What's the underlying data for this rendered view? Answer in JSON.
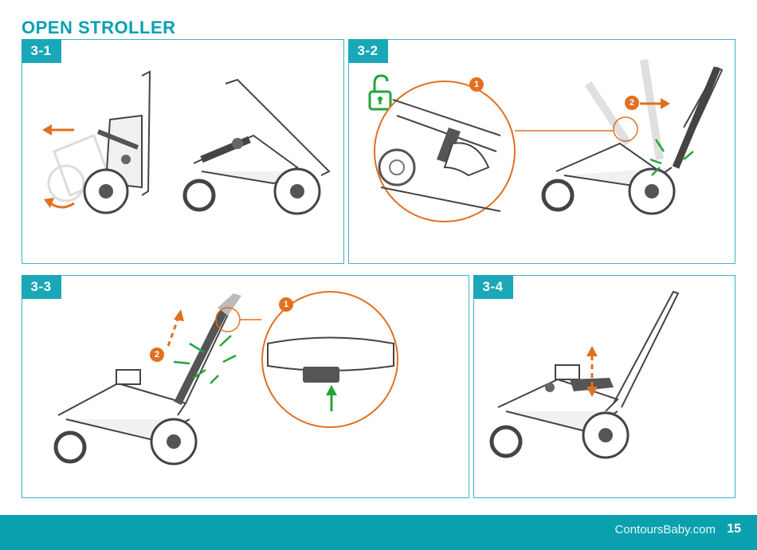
{
  "page": {
    "title": "OPEN STROLLER",
    "footer_site": "ContoursBaby.com",
    "page_number": "15"
  },
  "steps": [
    {
      "label": "3-1"
    },
    {
      "label": "3-2",
      "callouts": [
        "1",
        "2"
      ]
    },
    {
      "label": "3-3",
      "callouts": [
        "1",
        "2"
      ]
    },
    {
      "label": "3-4"
    }
  ],
  "colors": {
    "accent": "#0aa0ad",
    "panel_border": "#3bb3c3",
    "arrow_orange": "#e07020",
    "click_green": "#22a53a"
  }
}
